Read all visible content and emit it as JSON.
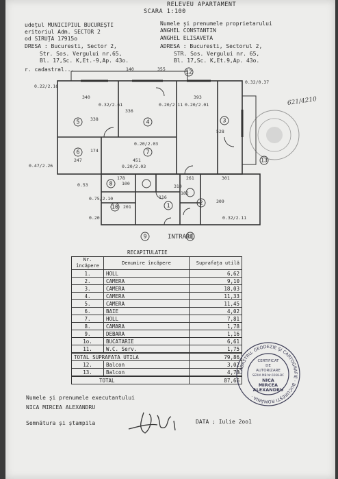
{
  "header": {
    "title": "RELEVEU APARTAMENT",
    "scale": "SCARA 1:100"
  },
  "location": {
    "line1": "udețul MUNICIPIUL BUCUREȘTI",
    "line2": "eritoriul Adm. SECTOR 2",
    "line3": "od SIRUȚA  17915o",
    "line4": "DRESA : Bucuresti, Sector 2,",
    "line5": "Str. Sos. Vergului nr.65,",
    "line6": "Bl. 17,Sc. K,Et.-9,Ap. 43o.",
    "line7": "r. cadastral..."
  },
  "owners": {
    "label": "Numele și prenumele proprietarului",
    "owner1": "ANGHEL CONSTANTIN",
    "owner2": "ANGHEL ELISAVETA",
    "addr1": "ADRESA : Bucuresti, Sectorul 2,",
    "addr2": "STR. Sos. Vergului nr. 65,",
    "addr3": "Bl. 17,Sc. K,Et.9,Ap. 43o."
  },
  "handwritten_ref": "621/4210",
  "plan": {
    "entrance_label": "INTRARE",
    "entrance_left": "9",
    "entrance_right": "11",
    "rooms": [
      "1",
      "2",
      "3",
      "4",
      "5",
      "6",
      "7",
      "8",
      "9",
      "10",
      "11",
      "12",
      "13"
    ],
    "dims": {
      "d1": "340",
      "d2": "336",
      "d3": "393",
      "d4": "528",
      "d5": "338",
      "d6": "451",
      "d7": "174",
      "d8": "247",
      "d9": "301",
      "d10": "309",
      "d11": "201",
      "d12": "116",
      "d13": "310",
      "d14": "182",
      "d15": "100",
      "d16": "178",
      "d17": "355",
      "d18": "261",
      "d19": "140"
    },
    "elev": {
      "e1": "0.22/2.16",
      "e2": "0.32/2.61",
      "e3": "0.47/2.26",
      "e4": "0.20/2.11",
      "e5": "0.20/2.01",
      "e6": "0.32/0.37",
      "e7": "0.75/2.10",
      "e8": "0.53",
      "e9": "0.20",
      "e10": "0.20/2.03",
      "e11": "0.32/2.11",
      "e12": "0.20/2.03"
    }
  },
  "recap": {
    "title": "RECAPITULATIE",
    "headers": {
      "nr": "Nr. încăpere",
      "name": "Denumire încăpere",
      "area": "Suprafața utilă"
    },
    "rows": [
      {
        "nr": "1.",
        "name": "HOLL",
        "area": "6,62"
      },
      {
        "nr": "2.",
        "name": "CAMERA",
        "area": "9,10"
      },
      {
        "nr": "3.",
        "name": "CAMERA",
        "area": "18,03"
      },
      {
        "nr": "4.",
        "name": "CAMERA",
        "area": "11,33"
      },
      {
        "nr": "5.",
        "name": "CAMERA",
        "area": "11,45"
      },
      {
        "nr": "6.",
        "name": "BAIE",
        "area": "4,02"
      },
      {
        "nr": "7.",
        "name": "HOLL",
        "area": "7,81"
      },
      {
        "nr": "8.",
        "name": "CAMARA",
        "area": "1,78"
      },
      {
        "nr": "9.",
        "name": "DEBARA",
        "area": "1,16"
      },
      {
        "nr": "1o.",
        "name": "BUCATARIE",
        "area": "6,61"
      },
      {
        "nr": "11.",
        "name": "W.C. Serv.",
        "area": "1,75"
      }
    ],
    "total_util_label": "TOTAL SUPRAFATA UTILA",
    "total_util": "79,86",
    "extra": [
      {
        "nr": "12.",
        "name": "Balcon",
        "area": "3,02"
      },
      {
        "nr": "13.",
        "name": "Balcon",
        "area": "4,78"
      }
    ],
    "total_label": "TOTAL",
    "total": "87,66"
  },
  "footer": {
    "executor_label": "Numele și prenumele executantului",
    "executor_name": "NICA MIRCEA ALEXANDRU",
    "sign_label": "Semnătura și ștampila",
    "date": "DATA ; Iulie 2oo1"
  },
  "stamp_main": {
    "ring": "CADASTRU, GEODEZIE ȘI CARTOGRAFIE · BUCUREȘTI ROMÂNIA ·",
    "center1": "CERTIFICAT",
    "center2": "DE",
    "center3": "AUTORIZARE",
    "series": "SERIA MB Nr.0268-BC",
    "name1": "NICA",
    "name2": "MIRCEA",
    "name3": "ALEXANDRU"
  }
}
